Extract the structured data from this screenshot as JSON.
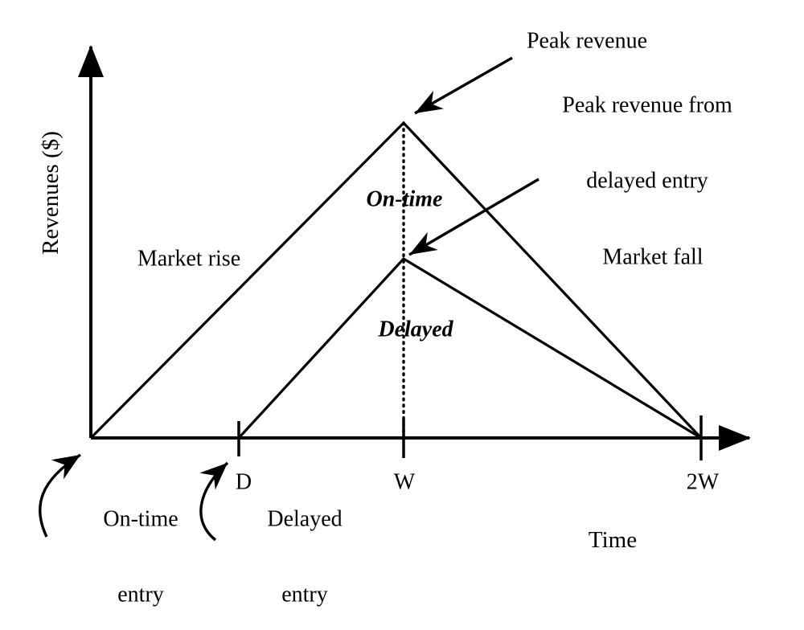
{
  "figure": {
    "kind": "line-diagram",
    "background": "#ffffff",
    "stroke_color": "#000000"
  },
  "axes": {
    "y_title": "Revenues ($)",
    "x_title": "Time",
    "x_ticks": [
      {
        "key": "D",
        "label": "D"
      },
      {
        "key": "W",
        "label": "W"
      },
      {
        "key": "2W",
        "label": "2W"
      }
    ]
  },
  "series_labels": {
    "on_time": "On-time",
    "delayed": "Delayed"
  },
  "inline_labels": {
    "market_rise": "Market rise",
    "market_fall": "Market fall"
  },
  "annotations": {
    "peak_revenue": "Peak revenue",
    "peak_revenue_delayed_line1": "Peak revenue from",
    "peak_revenue_delayed_line2": "delayed entry",
    "on_time_entry_line1": "On-time",
    "on_time_entry_line2": "entry",
    "delayed_entry_line1": "Delayed",
    "delayed_entry_line2": "entry"
  },
  "chart_data": {
    "type": "line",
    "title": "",
    "xlabel": "Time",
    "ylabel": "Revenues ($)",
    "xlim": [
      0,
      2
    ],
    "ylim": [
      0,
      1
    ],
    "grid": false,
    "legend": "inline annotations",
    "x_tick_values": [
      0.48,
      1.0,
      2.0
    ],
    "x_tick_labels": [
      "D",
      "W",
      "2W"
    ],
    "series": [
      {
        "name": "On-time",
        "points": [
          {
            "x": 0.0,
            "y": 0.0,
            "label": "On-time entry"
          },
          {
            "x": 1.0,
            "y": 1.0,
            "label": "Peak revenue"
          },
          {
            "x": 2.0,
            "y": 0.0,
            "label": ""
          }
        ]
      },
      {
        "name": "Delayed",
        "points": [
          {
            "x": 0.48,
            "y": 0.0,
            "label": "Delayed entry (D)"
          },
          {
            "x": 1.0,
            "y": 0.57,
            "label": "Peak revenue from delayed entry"
          },
          {
            "x": 2.0,
            "y": 0.0,
            "label": ""
          }
        ]
      }
    ],
    "guides": [
      {
        "type": "vertical-dotted",
        "x": 1.0,
        "from_y": 0.0,
        "to_y": 1.0
      }
    ],
    "annotations": [
      {
        "text": "Market rise",
        "x": 0.34,
        "y": 0.57
      },
      {
        "text": "Market fall",
        "x": 1.66,
        "y": 0.57
      },
      {
        "text": "Peak revenue",
        "x": 1.27,
        "y": 1.21,
        "points_to": {
          "x": 1.0,
          "y": 1.0
        }
      },
      {
        "text": "Peak revenue from delayed entry",
        "x": 1.52,
        "y": 0.93,
        "points_to": {
          "x": 1.0,
          "y": 0.57
        }
      },
      {
        "text": "On-time entry",
        "x": 0.08,
        "y": -0.33,
        "points_to": {
          "x": 0.0,
          "y": 0.0
        }
      },
      {
        "text": "Delayed entry",
        "x": 0.63,
        "y": -0.33,
        "points_to": {
          "x": 0.48,
          "y": 0.0
        }
      }
    ]
  }
}
